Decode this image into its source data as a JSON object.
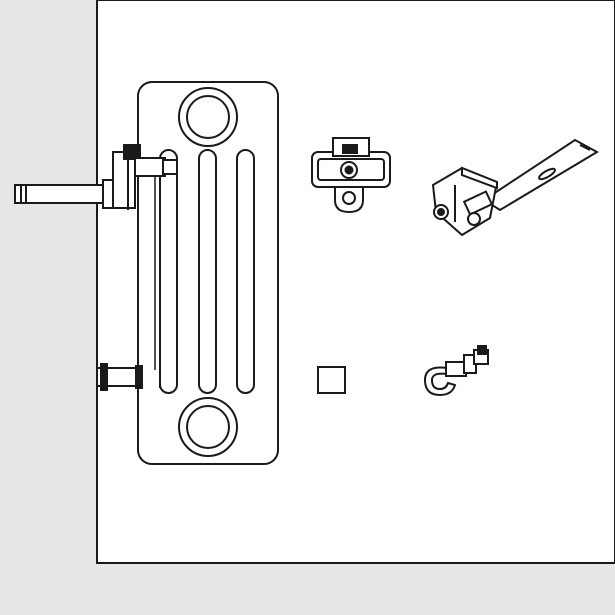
{
  "colors": {
    "wall": "#e6e6e6",
    "panel": "#ffffff",
    "ink": "#1a1a1a",
    "fill_dark": "#222222"
  },
  "diagram": {
    "parts": [
      {
        "id": "radiator",
        "icon": "radiator-icon"
      },
      {
        "id": "inlet-pipe",
        "icon": "pipe-icon"
      },
      {
        "id": "bottom-pipe-fitting",
        "icon": "pipe-fitting-icon"
      },
      {
        "id": "top-bracket",
        "icon": "bracket-icon"
      },
      {
        "id": "wall-bracket-anchor",
        "icon": "wall-anchor-icon"
      },
      {
        "id": "square-spacer",
        "icon": "spacer-icon"
      },
      {
        "id": "pipe-clip",
        "icon": "pipe-clip-icon"
      }
    ]
  }
}
